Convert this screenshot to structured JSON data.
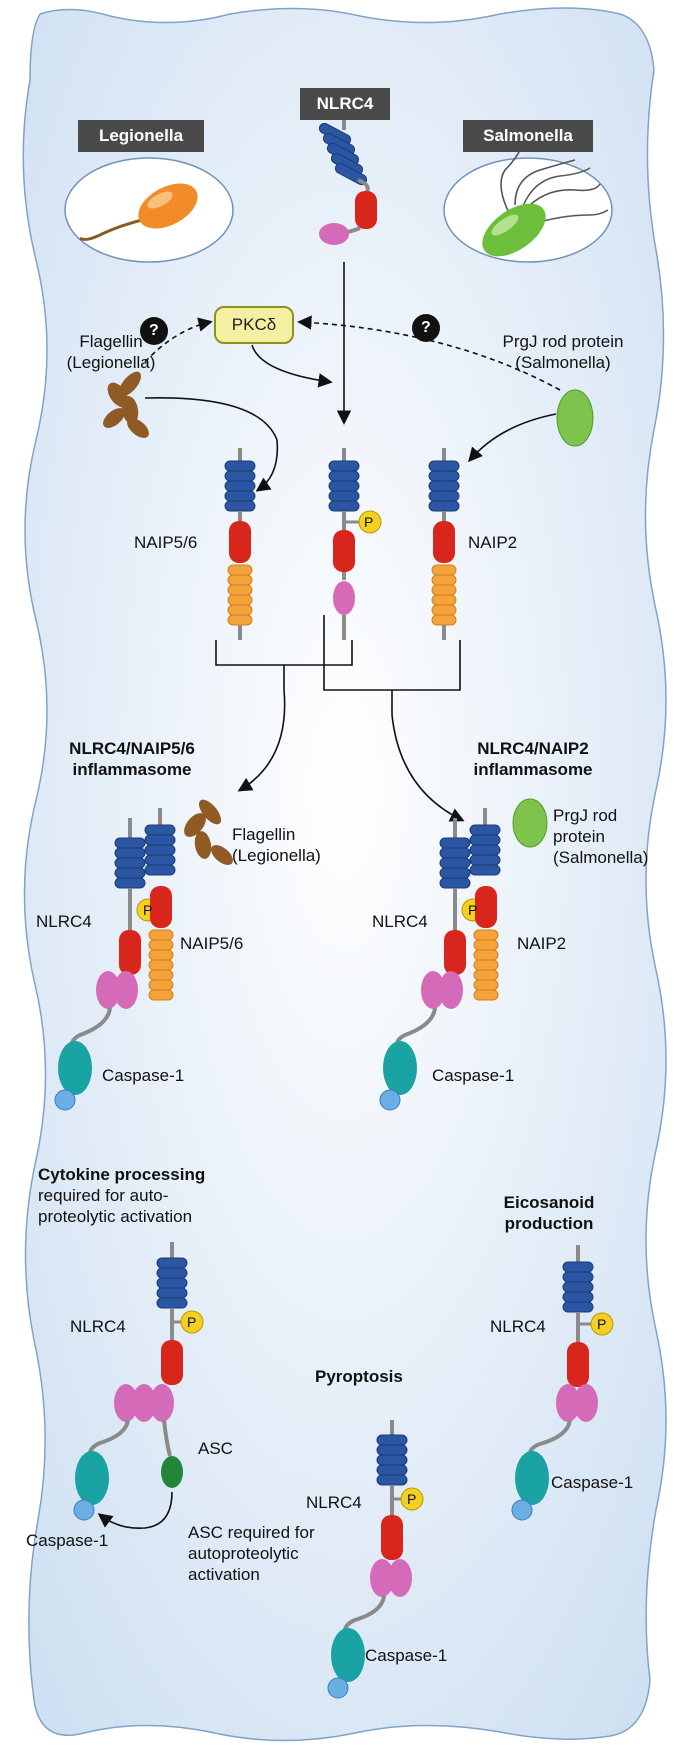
{
  "colors": {
    "background_fill": "#e4eef8",
    "lrr_blue": "#2b56a3",
    "nbd_red": "#d9261c",
    "card_pink": "#d56bb8",
    "bir_orange": "#f4a23a",
    "caspase_teal": "#1aa3a3",
    "asc_green": "#22863a",
    "phospho_yellow": "#f5d020"
  },
  "top": {
    "legionella_tag": "Legionella",
    "nlrc4_tag": "NLRC4",
    "salmonella_tag": "Salmonella"
  },
  "signals": {
    "flagellin_line1": "Flagellin",
    "flagellin_line2": "(Legionella)",
    "pkc_label": "PKCδ",
    "question_mark": "?",
    "prgj_line1": "PrgJ rod protein",
    "prgj_line2": "(Salmonella)"
  },
  "receptors": {
    "naip56": "NAIP5/6",
    "naip2": "NAIP2",
    "phospho": "P"
  },
  "inflammasomes": {
    "left_title_line1": "NLRC4/NAIP5/6",
    "left_title_line2": "inflammasome",
    "right_title_line1": "NLRC4/NAIP2",
    "right_title_line2": "inflammasome",
    "left_flagellin_line1": "Flagellin",
    "left_flagellin_line2": "(Legionella)",
    "right_prgj_line1": "PrgJ rod",
    "right_prgj_line2": "protein",
    "right_prgj_line3": "(Salmonella)",
    "nlrc4": "NLRC4",
    "naip56": "NAIP5/6",
    "naip2": "NAIP2",
    "caspase": "Caspase-1"
  },
  "outcomes": {
    "cytokine_title": "Cytokine processing",
    "cytokine_sub1": "required for auto-",
    "cytokine_sub2": "proteolytic activation",
    "eicosanoid_line1": "Eicosanoid",
    "eicosanoid_line2": "production",
    "pyroptosis_title": "Pyroptosis",
    "nlrc4": "NLRC4",
    "asc": "ASC",
    "caspase": "Caspase-1",
    "asc_note1": "ASC required for",
    "asc_note2": "autoproteolytic",
    "asc_note3": "activation"
  }
}
